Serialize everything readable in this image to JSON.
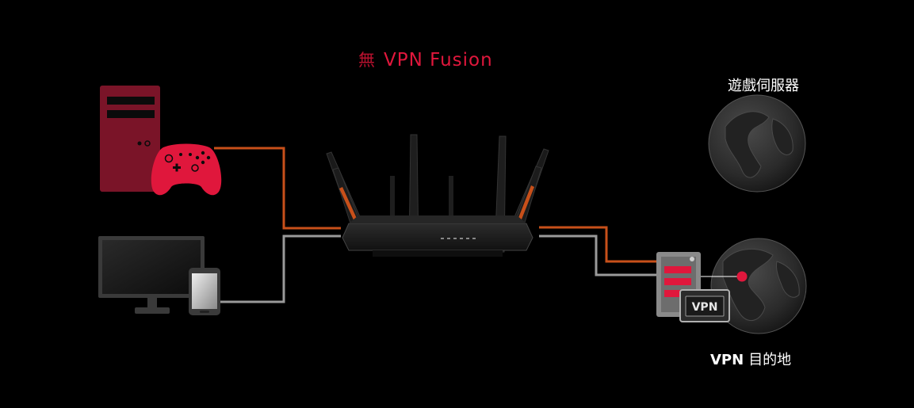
{
  "title": {
    "icon_char": "無",
    "text": "VPN Fusion"
  },
  "labels": {
    "game_server": "遊戲伺服器",
    "vpn_destination_prefix": "VPN",
    "vpn_destination_suffix": "目的地"
  },
  "vpn_box": {
    "text": "VPN"
  },
  "colors": {
    "background": "#000000",
    "accent_red": "#e0173c",
    "pc_tower": "#7a1428",
    "gamepad": "#e0173c",
    "orange_line": "#c8501a",
    "gray_line": "#9a9a9a",
    "globe": "#3a3a3a",
    "server": "#8a8a8a"
  },
  "icons": [
    "pc-tower-icon",
    "gamepad-icon",
    "monitor-icon",
    "smartphone-icon",
    "router-icon",
    "globe-icon",
    "server-icon",
    "vpn-badge-icon"
  ]
}
